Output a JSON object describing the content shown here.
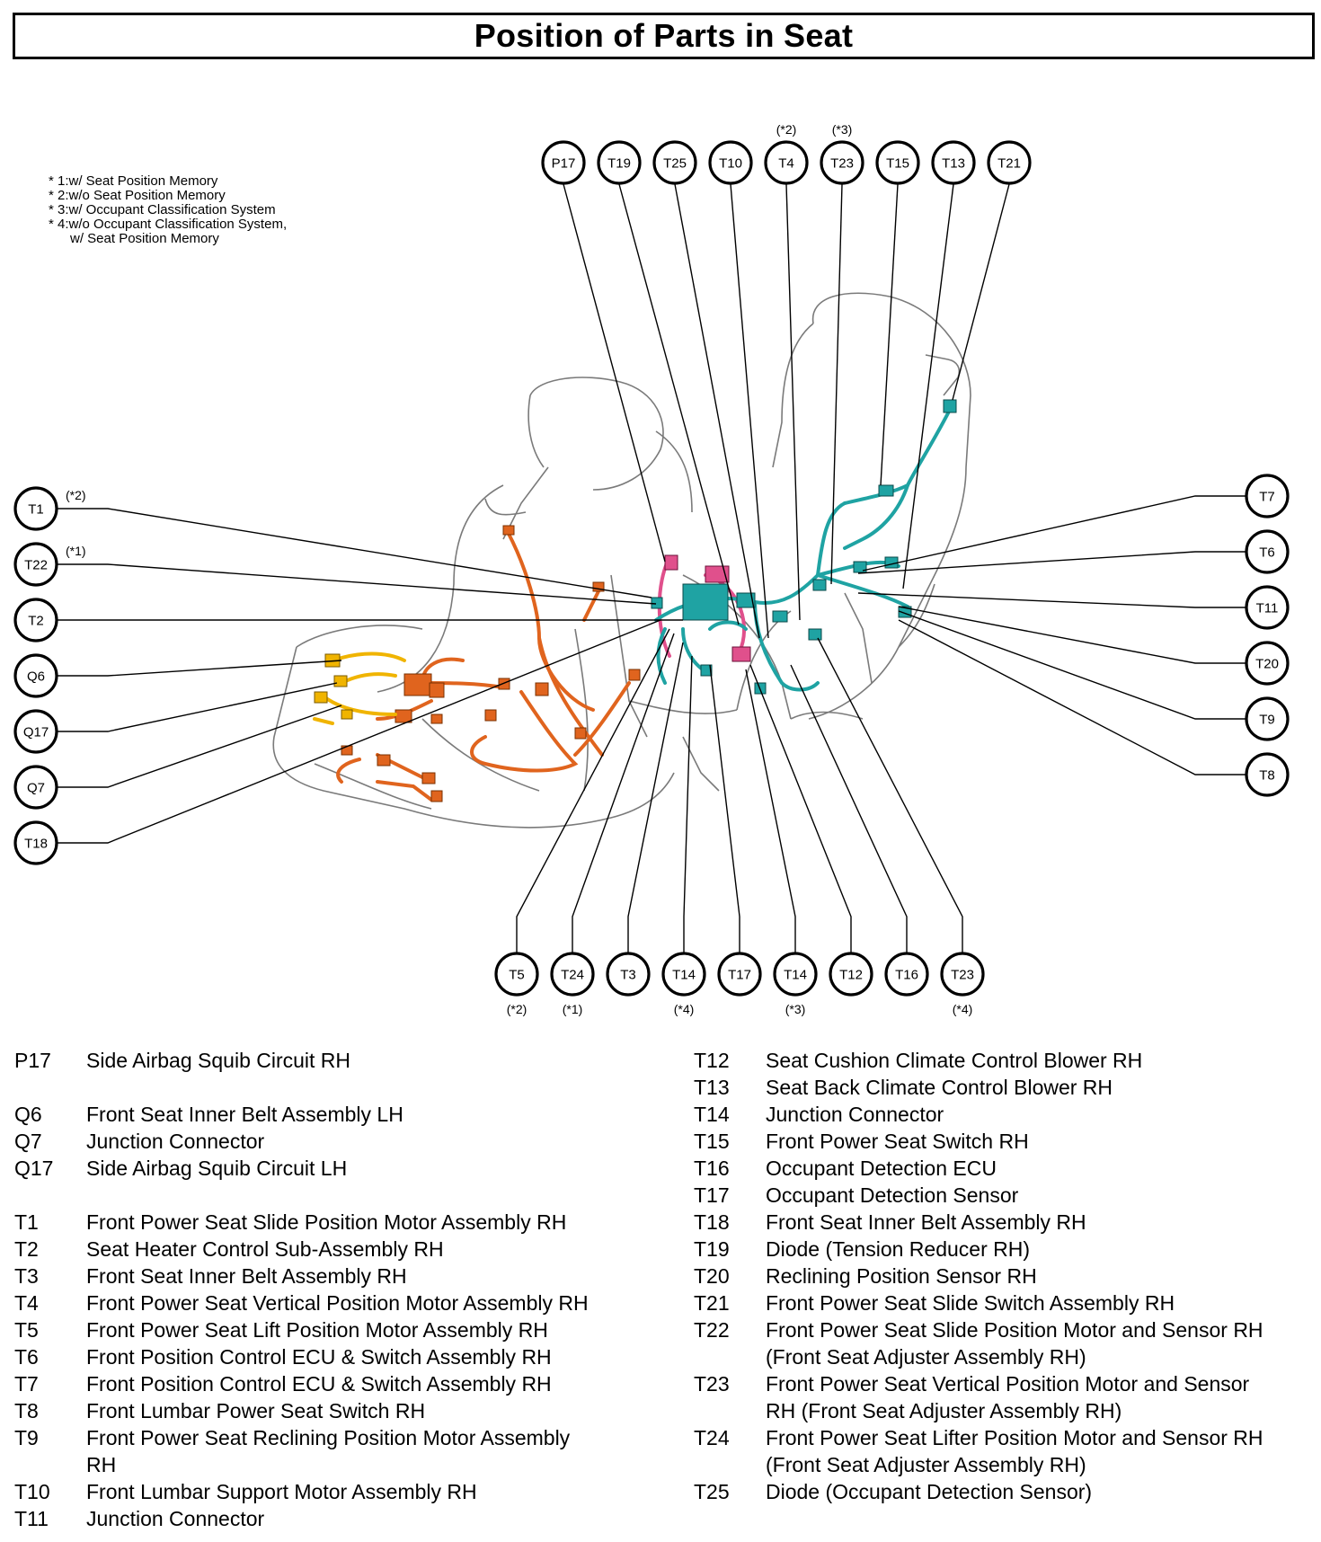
{
  "title": "Position of Parts in Seat",
  "notes": [
    "* 1:w/ Seat Position Memory",
    "* 2:w/o Seat Position Memory",
    "* 3:w/ Occupant Classification System",
    "* 4:w/o Occupant Classification System,",
    "w/ Seat Position Memory"
  ],
  "colors": {
    "teal_harness": "#1fa3a3",
    "orange_harness": "#e0641e",
    "yellow_harness": "#f0b400",
    "pink_harness": "#e0508c",
    "line": "#000000",
    "seat_outline": "#7a7a7a"
  },
  "callouts": {
    "top": [
      {
        "code": "P17",
        "note": ""
      },
      {
        "code": "T19",
        "note": ""
      },
      {
        "code": "T25",
        "note": ""
      },
      {
        "code": "T10",
        "note": ""
      },
      {
        "code": "T4",
        "note": "(*2)"
      },
      {
        "code": "T23",
        "note": "(*3)"
      },
      {
        "code": "T15",
        "note": ""
      },
      {
        "code": "T13",
        "note": ""
      },
      {
        "code": "T21",
        "note": ""
      }
    ],
    "left": [
      {
        "code": "T1",
        "note": "(*2)"
      },
      {
        "code": "T22",
        "note": "(*1)"
      },
      {
        "code": "T2",
        "note": ""
      },
      {
        "code": "Q6",
        "note": ""
      },
      {
        "code": "Q17",
        "note": ""
      },
      {
        "code": "Q7",
        "note": ""
      },
      {
        "code": "T18",
        "note": ""
      }
    ],
    "right": [
      {
        "code": "T7",
        "note": ""
      },
      {
        "code": "T6",
        "note": ""
      },
      {
        "code": "T11",
        "note": ""
      },
      {
        "code": "T20",
        "note": ""
      },
      {
        "code": "T9",
        "note": ""
      },
      {
        "code": "T8",
        "note": ""
      }
    ],
    "bottom": [
      {
        "code": "T5",
        "note": "(*2)"
      },
      {
        "code": "T24",
        "note": "(*1)"
      },
      {
        "code": "T3",
        "note": ""
      },
      {
        "code": "T14",
        "note": "(*4)"
      },
      {
        "code": "T17",
        "note": ""
      },
      {
        "code": "T14",
        "note": "(*3)"
      },
      {
        "code": "T12",
        "note": ""
      },
      {
        "code": "T16",
        "note": ""
      },
      {
        "code": "T23",
        "note": "(*4)"
      }
    ]
  },
  "legend": {
    "left": [
      {
        "code": "P17",
        "lines": [
          "Side Airbag Squib Circuit RH"
        ]
      },
      {
        "code": "",
        "lines": [
          ""
        ]
      },
      {
        "code": "Q6",
        "lines": [
          "Front Seat Inner Belt Assembly LH"
        ]
      },
      {
        "code": "Q7",
        "lines": [
          "Junction Connector"
        ]
      },
      {
        "code": "Q17",
        "lines": [
          "Side Airbag Squib Circuit LH"
        ]
      },
      {
        "code": "",
        "lines": [
          ""
        ]
      },
      {
        "code": "T1",
        "lines": [
          "Front Power Seat Slide Position Motor Assembly RH"
        ]
      },
      {
        "code": "T2",
        "lines": [
          "Seat Heater Control Sub-Assembly RH"
        ]
      },
      {
        "code": "T3",
        "lines": [
          "Front Seat Inner Belt Assembly RH"
        ]
      },
      {
        "code": "T4",
        "lines": [
          "Front Power Seat Vertical Position Motor Assembly RH"
        ]
      },
      {
        "code": "T5",
        "lines": [
          "Front Power Seat Lift Position Motor Assembly RH"
        ]
      },
      {
        "code": "T6",
        "lines": [
          "Front Position Control ECU & Switch Assembly RH"
        ]
      },
      {
        "code": "T7",
        "lines": [
          "Front Position Control ECU & Switch Assembly RH"
        ]
      },
      {
        "code": "T8",
        "lines": [
          "Front Lumbar Power Seat Switch RH"
        ]
      },
      {
        "code": "T9",
        "lines": [
          "Front Power Seat Reclining Position Motor Assembly",
          "RH"
        ]
      },
      {
        "code": "T10",
        "lines": [
          "Front Lumbar Support Motor Assembly RH"
        ]
      },
      {
        "code": "T11",
        "lines": [
          "Junction Connector"
        ]
      }
    ],
    "right": [
      {
        "code": "T12",
        "lines": [
          "Seat Cushion Climate Control Blower RH"
        ]
      },
      {
        "code": "T13",
        "lines": [
          "Seat Back Climate Control Blower RH"
        ]
      },
      {
        "code": "T14",
        "lines": [
          "Junction Connector"
        ]
      },
      {
        "code": "T15",
        "lines": [
          "Front Power Seat Switch RH"
        ]
      },
      {
        "code": "T16",
        "lines": [
          "Occupant Detection ECU"
        ]
      },
      {
        "code": "T17",
        "lines": [
          "Occupant Detection Sensor"
        ]
      },
      {
        "code": "T18",
        "lines": [
          "Front Seat Inner Belt Assembly RH"
        ]
      },
      {
        "code": "T19",
        "lines": [
          "Diode (Tension Reducer RH)"
        ]
      },
      {
        "code": "T20",
        "lines": [
          "Reclining Position Sensor RH"
        ]
      },
      {
        "code": "T21",
        "lines": [
          "Front Power Seat Slide Switch Assembly RH"
        ]
      },
      {
        "code": "T22",
        "lines": [
          "Front Power Seat Slide Position Motor and Sensor RH",
          "(Front Seat Adjuster Assembly RH)"
        ]
      },
      {
        "code": "T23",
        "lines": [
          "Front Power Seat Vertical Position Motor and Sensor",
          "RH (Front Seat Adjuster Assembly RH)"
        ]
      },
      {
        "code": "T24",
        "lines": [
          "Front Power Seat Lifter Position Motor and Sensor RH",
          "(Front Seat Adjuster Assembly RH)"
        ]
      },
      {
        "code": "T25",
        "lines": [
          "Diode (Occupant Detection Sensor)"
        ]
      }
    ]
  }
}
